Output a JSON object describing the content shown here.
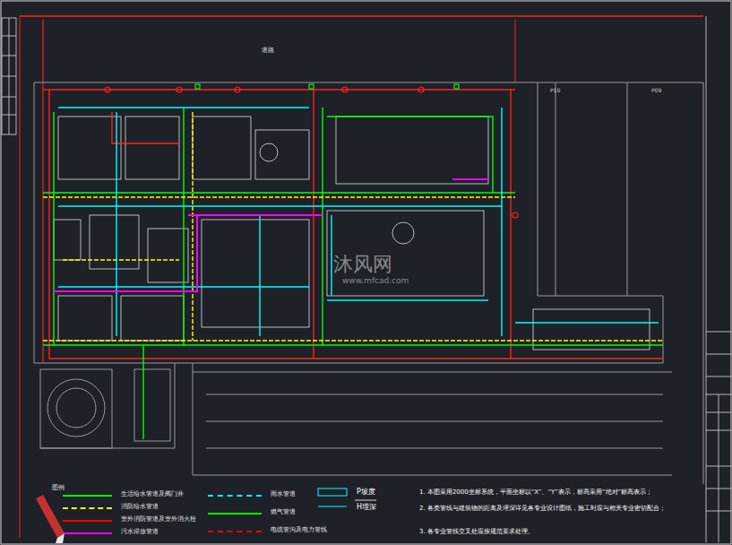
{
  "diagram": {
    "labels": [
      "道路",
      "P10",
      "P09",
      "沐风网",
      "www.mfcad.com",
      "图例",
      "P坡度",
      "H埋深",
      "1. 本图采用2000坐标系统，平面坐标以“X”、“Y”表示，标高采用“绝对”标高表示；",
      "2. 各类管线与建筑物的距离及埋深详见各专业设计图纸，施工时应与相关专业密切配合；",
      "3. 各专业管线交叉处应按规范要求处理。"
    ],
    "legend": [
      {
        "text": "生活给水管道及阀门井",
        "color": "#00ff00"
      },
      {
        "text": "消防给水管道",
        "color": "#ffff00"
      },
      {
        "text": "室外消防管道及室外消火栓",
        "color": "#ff0000"
      },
      {
        "text": "污水排放管道",
        "color": "#ff00ff"
      },
      {
        "text": "雨水管道",
        "color": "#00ffff"
      },
      {
        "text": "燃气管道",
        "color": "#00ff00"
      },
      {
        "text": "电缆管沟及电力管线",
        "color": "#ff0000"
      }
    ]
  }
}
